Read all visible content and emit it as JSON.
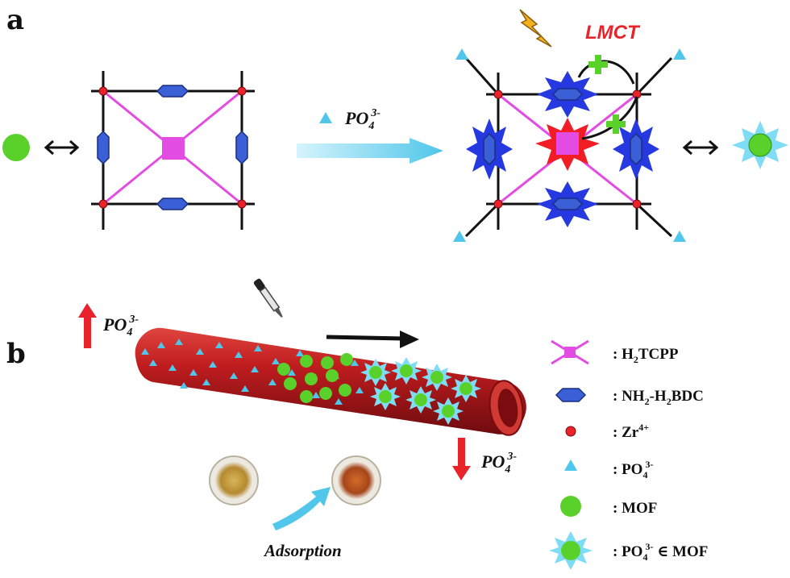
{
  "panel_a": {
    "letter": "a",
    "reaction_ion": "PO",
    "reaction_ion_sub": "4",
    "reaction_ion_sup": "3-",
    "mechanism_label": "LMCT"
  },
  "panel_b": {
    "letter": "b",
    "inlet_ion": "PO",
    "inlet_ion_sub": "4",
    "inlet_ion_sup": "3-",
    "outlet_ion": "PO",
    "outlet_ion_sub": "4",
    "outlet_ion_sup": "3-",
    "process_label": "Adsorption"
  },
  "legend": {
    "items": [
      {
        "prefix": ": H",
        "sub": "2",
        "suffix": "TCPP",
        "symbol": "cross-linker"
      },
      {
        "prefix": ": NH",
        "sub": "2",
        "suffix": "-H",
        "sub2": "2",
        "suffix2": "BDC",
        "symbol": "hexagon-linker"
      },
      {
        "prefix": ": Zr",
        "sup": "4+",
        "symbol": "red-dot"
      },
      {
        "prefix": ": PO",
        "sub": "4",
        "sup": "3-",
        "symbol": "cyan-triangle"
      },
      {
        "prefix": ": MOF",
        "symbol": "green-circle"
      },
      {
        "prefix": ": PO",
        "sub": "4",
        "sup": "3-",
        "suffix": " ∈ MOF",
        "symbol": "starred-circle"
      }
    ]
  },
  "colors": {
    "porphyrin": "#e34ce3",
    "linker": "#3a5fd6",
    "zr_node": "#e8232a",
    "phosphate": "#4fc6ea",
    "mof": "#5ad12b",
    "tube": "#b3161b",
    "flow_arrow": "#7fd7f5"
  }
}
